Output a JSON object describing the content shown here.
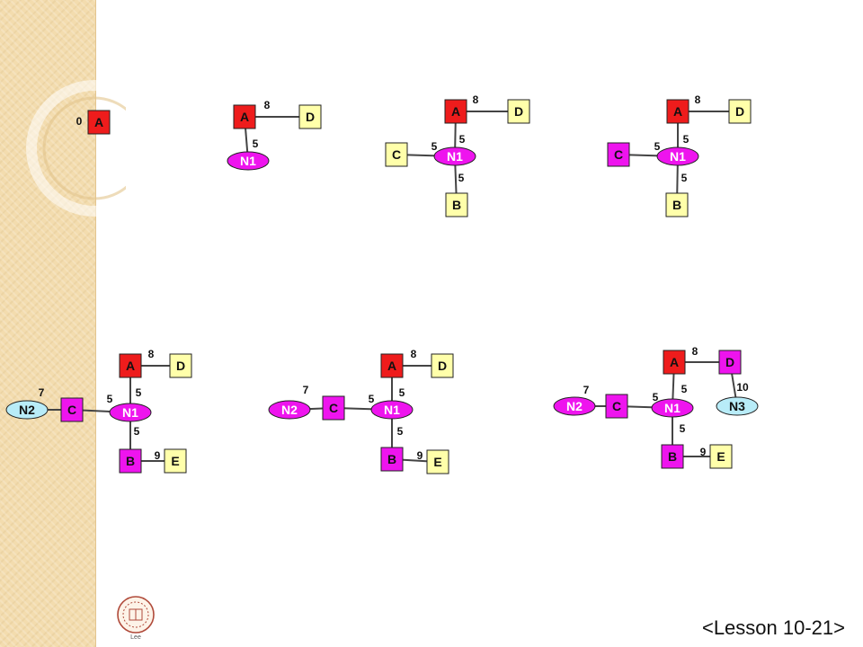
{
  "footer": {
    "text": "<Lesson 10-21>"
  },
  "logo": {
    "icon": "university-seal-icon",
    "text": "Lee"
  },
  "colors": {
    "red_node": "#ee1c1c",
    "magenta_node": "#ee14ee",
    "yellow_node": "#ffffaa",
    "light_blue_node": "#b8ecf8",
    "edge": "#444444"
  },
  "diagrams": [
    {
      "id": "d1",
      "nodes": [
        {
          "id": "A",
          "label": "A",
          "kind": "red-box"
        }
      ],
      "edges": [],
      "labels": [
        {
          "text": "0"
        }
      ]
    },
    {
      "id": "d2",
      "nodes": [
        {
          "id": "A",
          "label": "A",
          "kind": "red-box"
        },
        {
          "id": "D",
          "label": "D",
          "kind": "yellow-box"
        },
        {
          "id": "N1",
          "label": "N1",
          "kind": "magenta-ellipse"
        }
      ],
      "edges": [
        [
          "A",
          "D"
        ],
        [
          "A",
          "N1"
        ]
      ],
      "labels": [
        {
          "text": "8"
        },
        {
          "text": "5"
        }
      ]
    },
    {
      "id": "d3",
      "nodes": [
        {
          "id": "A",
          "label": "A",
          "kind": "red-box"
        },
        {
          "id": "D",
          "label": "D",
          "kind": "yellow-box"
        },
        {
          "id": "C",
          "label": "C",
          "kind": "yellow-box"
        },
        {
          "id": "N1",
          "label": "N1",
          "kind": "magenta-ellipse"
        },
        {
          "id": "B",
          "label": "B",
          "kind": "yellow-box"
        }
      ],
      "edges": [
        [
          "A",
          "D"
        ],
        [
          "A",
          "N1"
        ],
        [
          "C",
          "N1"
        ],
        [
          "N1",
          "B"
        ]
      ],
      "labels": [
        {
          "text": "8"
        },
        {
          "text": "5"
        },
        {
          "text": "5"
        },
        {
          "text": "5"
        }
      ]
    },
    {
      "id": "d4",
      "nodes": [
        {
          "id": "A",
          "label": "A",
          "kind": "red-box"
        },
        {
          "id": "D",
          "label": "D",
          "kind": "yellow-box"
        },
        {
          "id": "C",
          "label": "C",
          "kind": "magenta-box"
        },
        {
          "id": "N1",
          "label": "N1",
          "kind": "magenta-ellipse"
        },
        {
          "id": "B",
          "label": "B",
          "kind": "yellow-box"
        }
      ],
      "edges": [
        [
          "A",
          "D"
        ],
        [
          "A",
          "N1"
        ],
        [
          "C",
          "N1"
        ],
        [
          "N1",
          "B"
        ]
      ],
      "labels": [
        {
          "text": "8"
        },
        {
          "text": "5"
        },
        {
          "text": "5"
        },
        {
          "text": "5"
        }
      ]
    },
    {
      "id": "d5",
      "nodes": [
        {
          "id": "A",
          "label": "A",
          "kind": "red-box"
        },
        {
          "id": "D",
          "label": "D",
          "kind": "yellow-box"
        },
        {
          "id": "N2",
          "label": "N2",
          "kind": "light-blue-ellipse"
        },
        {
          "id": "C",
          "label": "C",
          "kind": "magenta-box"
        },
        {
          "id": "N1",
          "label": "N1",
          "kind": "magenta-ellipse"
        },
        {
          "id": "B",
          "label": "B",
          "kind": "magenta-box"
        },
        {
          "id": "E",
          "label": "E",
          "kind": "yellow-box"
        }
      ],
      "edges": [
        [
          "A",
          "D"
        ],
        [
          "A",
          "N1"
        ],
        [
          "N2",
          "C"
        ],
        [
          "C",
          "N1"
        ],
        [
          "N1",
          "B"
        ],
        [
          "B",
          "E"
        ]
      ],
      "labels": [
        {
          "text": "8"
        },
        {
          "text": "7"
        },
        {
          "text": "5"
        },
        {
          "text": "5"
        },
        {
          "text": "5"
        },
        {
          "text": "9"
        }
      ]
    },
    {
      "id": "d6",
      "nodes": [
        {
          "id": "A",
          "label": "A",
          "kind": "red-box"
        },
        {
          "id": "D",
          "label": "D",
          "kind": "yellow-box"
        },
        {
          "id": "N2",
          "label": "N2",
          "kind": "magenta-ellipse"
        },
        {
          "id": "C",
          "label": "C",
          "kind": "magenta-box"
        },
        {
          "id": "N1",
          "label": "N1",
          "kind": "magenta-ellipse"
        },
        {
          "id": "B",
          "label": "B",
          "kind": "magenta-box"
        },
        {
          "id": "E",
          "label": "E",
          "kind": "yellow-box"
        }
      ],
      "edges": [
        [
          "A",
          "D"
        ],
        [
          "A",
          "N1"
        ],
        [
          "N2",
          "C"
        ],
        [
          "C",
          "N1"
        ],
        [
          "N1",
          "B"
        ],
        [
          "B",
          "E"
        ]
      ],
      "labels": [
        {
          "text": "8"
        },
        {
          "text": "7"
        },
        {
          "text": "5"
        },
        {
          "text": "5"
        },
        {
          "text": "5"
        },
        {
          "text": "9"
        }
      ]
    },
    {
      "id": "d7",
      "nodes": [
        {
          "id": "A",
          "label": "A",
          "kind": "red-box"
        },
        {
          "id": "D",
          "label": "D",
          "kind": "magenta-box"
        },
        {
          "id": "N3",
          "label": "N3",
          "kind": "light-blue-ellipse"
        },
        {
          "id": "N2",
          "label": "N2",
          "kind": "magenta-ellipse"
        },
        {
          "id": "C",
          "label": "C",
          "kind": "magenta-box"
        },
        {
          "id": "N1",
          "label": "N1",
          "kind": "magenta-ellipse"
        },
        {
          "id": "B",
          "label": "B",
          "kind": "magenta-box"
        },
        {
          "id": "E",
          "label": "E",
          "kind": "yellow-box"
        }
      ],
      "edges": [
        [
          "A",
          "D"
        ],
        [
          "A",
          "N1"
        ],
        [
          "D",
          "N3"
        ],
        [
          "N2",
          "C"
        ],
        [
          "C",
          "N1"
        ],
        [
          "N1",
          "B"
        ],
        [
          "B",
          "E"
        ]
      ],
      "labels": [
        {
          "text": "8"
        },
        {
          "text": "10"
        },
        {
          "text": "7"
        },
        {
          "text": "5"
        },
        {
          "text": "5"
        },
        {
          "text": "5"
        },
        {
          "text": "9"
        }
      ]
    }
  ]
}
